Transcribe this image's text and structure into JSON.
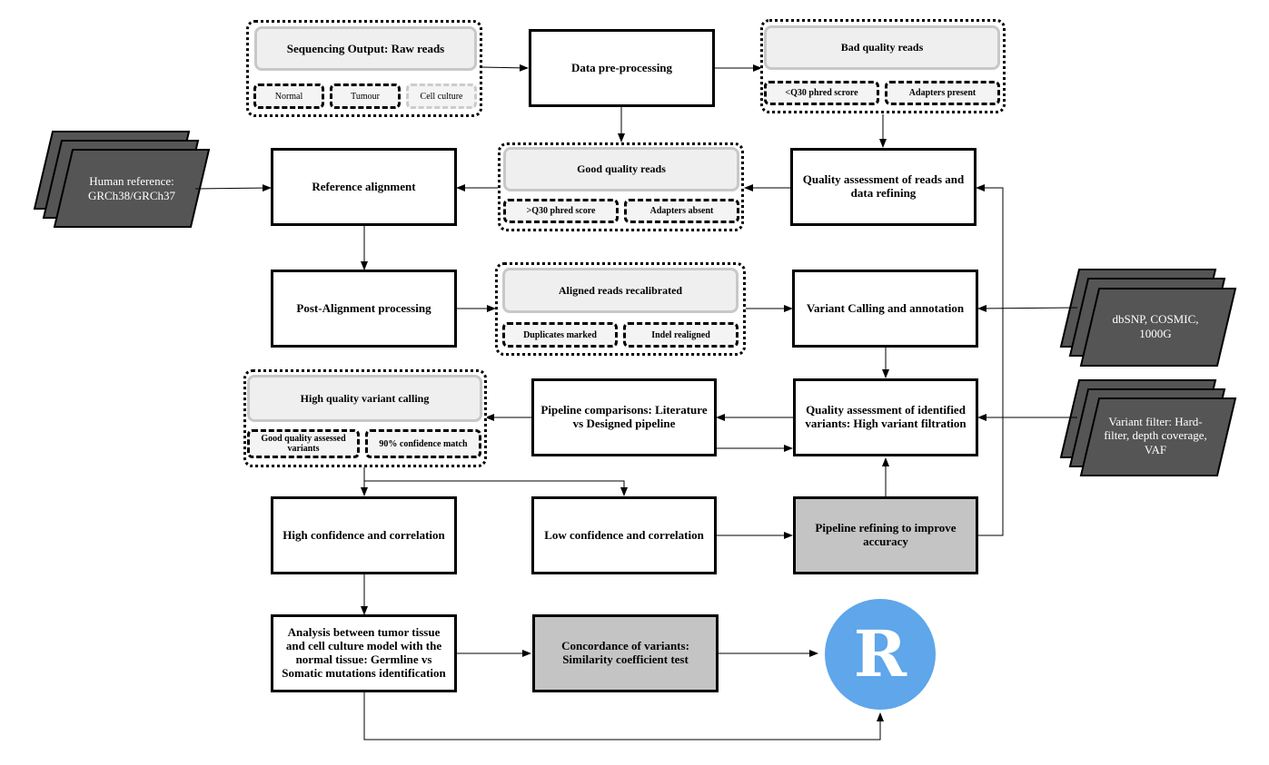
{
  "colors": {
    "process_fill": "#ffffff",
    "highlight_fill": "#c4c4c4",
    "external_fill": "#555555",
    "r_logo": "#5fa6ea"
  },
  "groups": {
    "raw": {
      "header": "Sequencing Output: Raw reads",
      "items": [
        "Normal",
        "Tumour",
        "Cell culture"
      ]
    },
    "bad": {
      "header": "Bad quality reads",
      "items": [
        "<Q30 phred scrore",
        "Adapters present"
      ]
    },
    "good": {
      "header": "Good quality reads",
      "items": [
        ">Q30 phred score",
        "Adapters absent"
      ]
    },
    "aligned": {
      "header": "Aligned reads recalibrated",
      "items": [
        "Duplicates marked",
        "Indel realigned"
      ]
    },
    "hq": {
      "header": "High quality variant calling",
      "items": [
        "Good quality assessed variants",
        "90% confidence match"
      ]
    }
  },
  "boxes": {
    "preprocess": "Data pre-processing",
    "quality_refine": "Quality assessment of reads and data refining",
    "ref_align": "Reference alignment",
    "post_align": "Post-Alignment processing",
    "variant_calling": "Variant Calling and annotation",
    "quality_variants": "Quality assessment of identified variants: High variant filtration",
    "pipeline_comp": "Pipeline comparisons: Literature vs Designed pipeline",
    "high_conf": "High confidence and correlation",
    "low_conf": "Low confidence and correlation",
    "pipeline_refine": "Pipeline refining to improve accuracy",
    "analysis": "Analysis between tumor tissue and cell culture model with the normal tissue: Germline vs Somatic mutations identification",
    "concordance": "Concordance of variants: Similarity coefficient test"
  },
  "external": {
    "human_ref": "Human reference: GRCh38/GRCh37",
    "dbsnp": "dbSNP, COSMIC, 1000G",
    "variant_filter": "Variant filter: Hard-filter, depth coverage, VAF"
  },
  "r_logo": {
    "letter": "R",
    "icon": "r-language-icon"
  }
}
